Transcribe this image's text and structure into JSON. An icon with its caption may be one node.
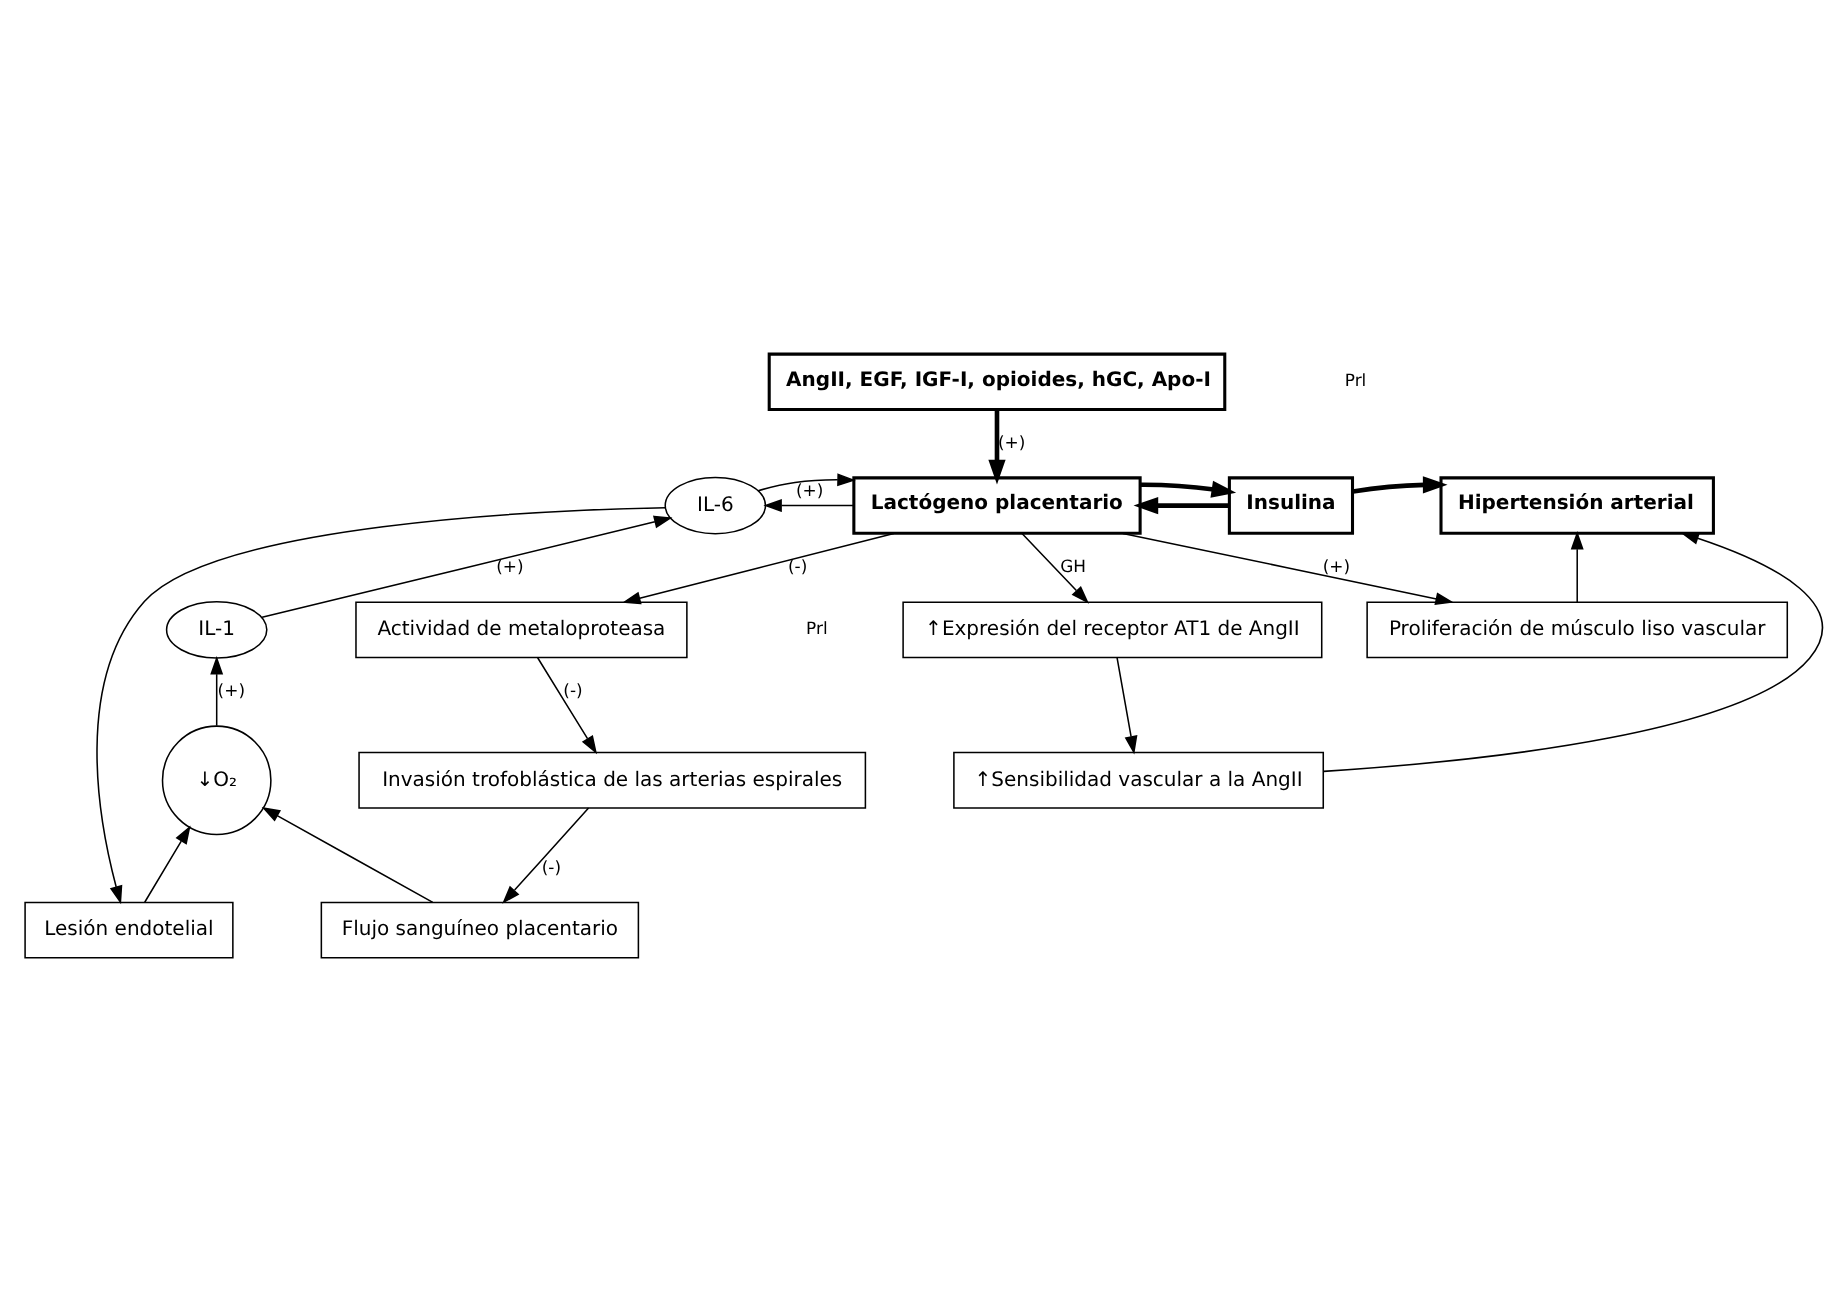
{
  "diagram": {
    "nodes": [
      {
        "text": [
          "AngII, EGF, IGF-I, opioides, hGC, Apo-I"
        ]
      },
      {
        "text": [
          "Lactógeno placentario"
        ]
      },
      {
        "text": [
          "IL-6"
        ]
      },
      {
        "text": [
          "IL-1"
        ]
      },
      {
        "text": [
          "↓O₂"
        ]
      },
      {
        "text": [
          "Lesión endotelial"
        ]
      },
      {
        "text": [
          "Insulina"
        ]
      },
      {
        "text": [
          "Proliferación de músculo liso vascular"
        ]
      },
      {
        "text": [
          "Hipertensión arterial"
        ]
      },
      {
        "text": [
          "↑Expresión del receptor AT1 de AngII"
        ]
      },
      {
        "text": [
          "↑Sensibilidad vascular a la AngII"
        ]
      },
      {
        "text": [
          "Actividad de metaloproteasa"
        ]
      },
      {
        "text": [
          "Invasión trofoblástica de las arterias espirales"
        ]
      },
      {
        "text": [
          "Flujo sanguíneo placentario"
        ]
      }
    ],
    "edges": [
      {
        "from": 0,
        "to": 1,
        "arrow": "to",
        "label": "(+)",
        "style": "thick"
      },
      {
        "from": 1,
        "to": 2,
        "arrow": "to",
        "label": "(+)"
      },
      {
        "from": 2,
        "to": 1,
        "arrow": "to"
      },
      {
        "from": 3,
        "to": 2,
        "arrow": "to",
        "label": "(+)"
      },
      {
        "from": 4,
        "to": 3,
        "arrow": "to",
        "label": "(+)"
      },
      {
        "from": 2,
        "to": 5,
        "arrow": "to"
      },
      {
        "from": 5,
        "to": 4,
        "arrow": "to"
      },
      {
        "from": 13,
        "to": 4,
        "arrow": "to"
      },
      {
        "from": 6,
        "to": 1,
        "arrow": "to",
        "style": "thick"
      },
      {
        "from": 1,
        "to": 6,
        "arrow": "to",
        "style": "thick"
      },
      {
        "from": 6,
        "to": 8,
        "arrow": "to",
        "style": "thick"
      },
      {
        "from": 1,
        "to": 7,
        "arrow": "to",
        "label": "(+)"
      },
      {
        "from": 7,
        "to": 8,
        "arrow": "to"
      },
      {
        "from": 1,
        "to": 9,
        "arrow": "to",
        "label": "GH"
      },
      {
        "from": 9,
        "to": 10,
        "arrow": "to"
      },
      {
        "from": 10,
        "to": 8,
        "arrow": "to"
      },
      {
        "from": 1,
        "to": 11,
        "arrow": "to",
        "label": "(-)"
      },
      {
        "from": 11,
        "to": 12,
        "arrow": "to",
        "label": "(-)"
      },
      {
        "from": 12,
        "to": 13,
        "arrow": "to",
        "label": "(-)"
      }
    ],
    "labels": [
      "Prl",
      "Prl"
    ]
  }
}
